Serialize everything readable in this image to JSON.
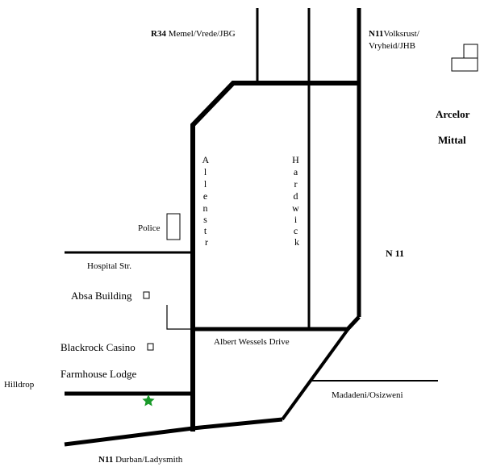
{
  "labels": {
    "r34_prefix": "R34",
    "r34_rest": " Memel/Vrede/JBG",
    "n11_north_prefix": "N11",
    "n11_north_rest": "Volksrust/",
    "n11_north_line2": "Vryheid/JHB",
    "arcelor": "Arcelor",
    "mittal": "Mittal",
    "allen_str": [
      "A",
      "l",
      "l",
      "e",
      "n",
      "s",
      "t",
      "r"
    ],
    "hardwick": [
      "H",
      "a",
      "r",
      "d",
      "w",
      "i",
      "c",
      "k"
    ],
    "police": "Police",
    "hospital_str": "Hospital Str.",
    "n11_east": "N 11",
    "absa": "Absa Building",
    "albert_wessels": "Albert Wessels Drive",
    "blackrock": "Blackrock Casino",
    "farmhouse": "Farmhouse Lodge",
    "hilldrop": "Hilldrop",
    "madadeni": "Madadeni/Osizweni",
    "n11_south_prefix": "N11",
    "n11_south_rest": " Durban/Ladysmith"
  },
  "colors": {
    "road": "#000000",
    "star": "#1a9a2a"
  },
  "icons": {
    "star": "green-star-location-marker"
  }
}
